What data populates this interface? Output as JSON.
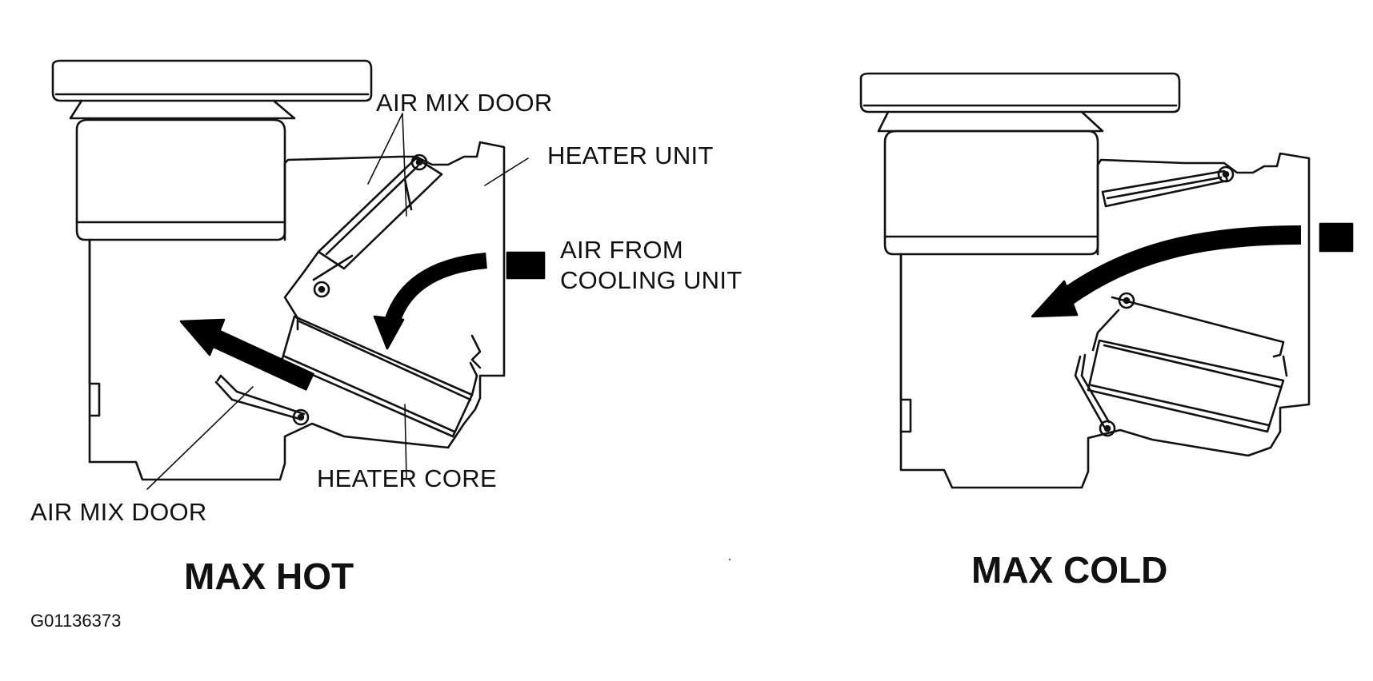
{
  "panels": [
    {
      "caption": "MAX HOT",
      "labels": {
        "air_mix_door_top": "AIR MIX DOOR",
        "heater_unit": "HEATER UNIT",
        "air_from_line1": "AIR FROM",
        "air_from_line2": "COOLING UNIT",
        "heater_core": "HEATER CORE",
        "air_mix_door_bottom": "AIR MIX DOOR"
      }
    },
    {
      "caption": "MAX COLD"
    }
  ],
  "figure_id": "G01136373"
}
